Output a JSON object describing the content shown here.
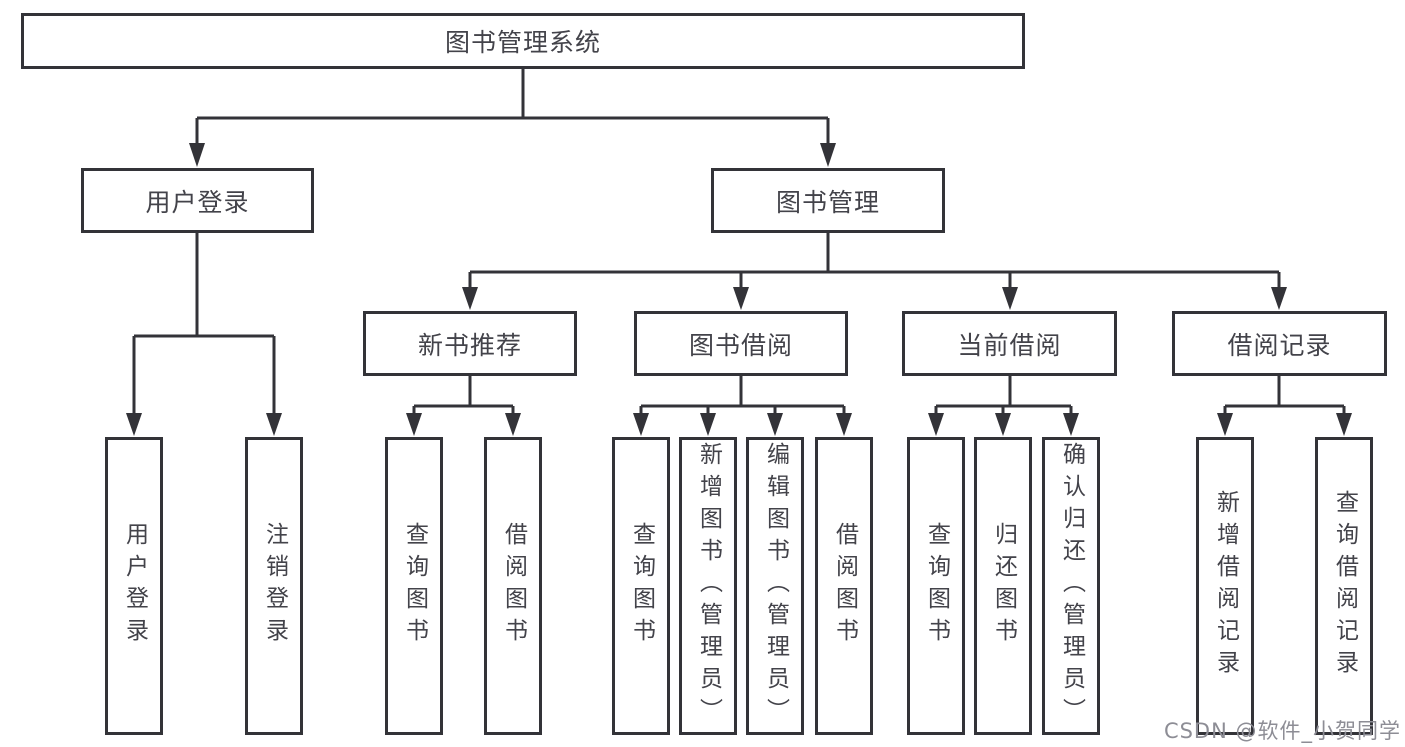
{
  "title": {
    "label": "图书管理系统"
  },
  "level2": {
    "user_login": {
      "label": "用户登录"
    },
    "book_mgmt": {
      "label": "图书管理"
    }
  },
  "level3": {
    "new_books": {
      "label": "新书推荐"
    },
    "book_borrow": {
      "label": "图书借阅"
    },
    "current_borrow": {
      "label": "当前借阅"
    },
    "borrow_records": {
      "label": "借阅记录"
    }
  },
  "leaves": {
    "user_login": {
      "label": "用户登录"
    },
    "logout": {
      "label": "注销登录"
    },
    "newbooks_query": {
      "label": "查询图书"
    },
    "newbooks_borrow": {
      "label": "借阅图书"
    },
    "borrow_query": {
      "label": "查询图书"
    },
    "borrow_add": {
      "label": "新增图书（管理员）"
    },
    "borrow_edit": {
      "label": "编辑图书（管理员）"
    },
    "borrow_borrow": {
      "label": "借阅图书"
    },
    "current_query": {
      "label": "查询图书"
    },
    "current_return": {
      "label": "归还图书"
    },
    "current_confirm": {
      "label": "确认归还（管理员）"
    },
    "records_add": {
      "label": "新增借阅记录"
    },
    "records_query": {
      "label": "查询借阅记录"
    }
  },
  "watermark": {
    "label": "CSDN @软件_小贺同学"
  },
  "colors": {
    "line": "#333338",
    "border": "#333338",
    "text": "#43434a",
    "watermark": "#8d8d95",
    "background": "#ffffff"
  }
}
